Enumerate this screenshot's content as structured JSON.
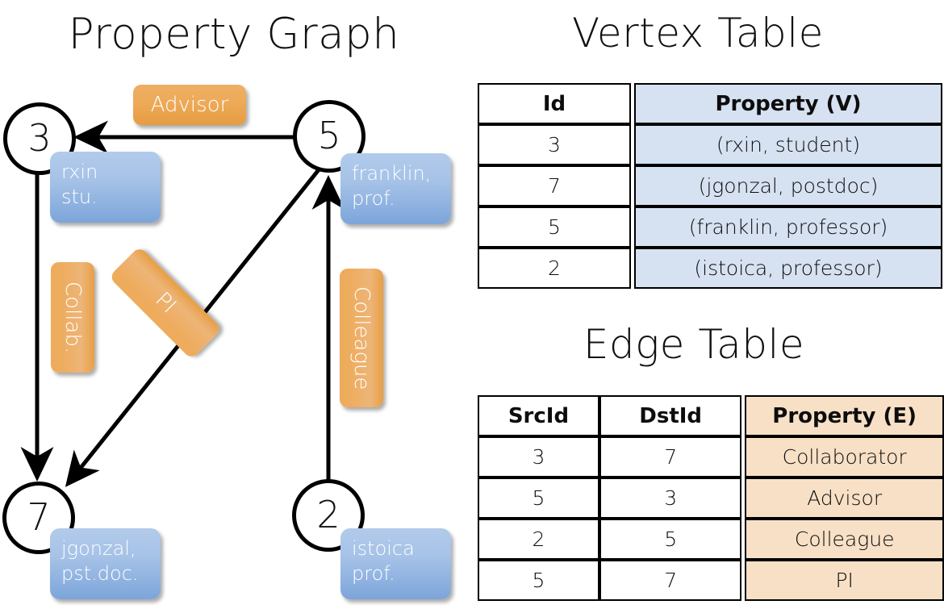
{
  "titles": {
    "property_graph": "Property Graph",
    "vertex_table": "Vertex Table",
    "edge_table": "Edge Table"
  },
  "graph": {
    "nodes": [
      {
        "id": "3",
        "label": "3",
        "prop_lines": [
          "rxin",
          "stu."
        ]
      },
      {
        "id": "5",
        "label": "5",
        "prop_lines": [
          "franklin,",
          "prof."
        ]
      },
      {
        "id": "7",
        "label": "7",
        "prop_lines": [
          "jgonzal,",
          "pst.doc."
        ]
      },
      {
        "id": "2",
        "label": "2",
        "prop_lines": [
          "istoica",
          "prof."
        ]
      }
    ],
    "edge_labels": [
      {
        "name": "advisor",
        "text": "Advisor"
      },
      {
        "name": "collab",
        "text": "Collab."
      },
      {
        "name": "pi",
        "text": "PI"
      },
      {
        "name": "colleague",
        "text": "Colleague"
      }
    ]
  },
  "vertex_table": {
    "headers": [
      "Id",
      "Property (V)"
    ],
    "rows": [
      {
        "id": "3",
        "property": "(rxin, student)"
      },
      {
        "id": "7",
        "property": "(jgonzal, postdoc)"
      },
      {
        "id": "5",
        "property": "(franklin, professor)"
      },
      {
        "id": "2",
        "property": "(istoica, professor)"
      }
    ]
  },
  "edge_table": {
    "headers": [
      "SrcId",
      "DstId",
      "Property (E)"
    ],
    "rows": [
      {
        "src": "3",
        "dst": "7",
        "property": "Collaborator"
      },
      {
        "src": "5",
        "dst": "3",
        "property": "Advisor"
      },
      {
        "src": "2",
        "dst": "5",
        "property": "Colleague"
      },
      {
        "src": "5",
        "dst": "7",
        "property": "PI"
      }
    ]
  },
  "colors": {
    "vertex_property_fill": "#d6e1f1",
    "edge_property_fill": "#f8e0c6",
    "node_box_blue": "#a6c2e7",
    "edge_label_orange": "#eeab5b",
    "stroke": "#000000",
    "background": "#ffffff"
  }
}
